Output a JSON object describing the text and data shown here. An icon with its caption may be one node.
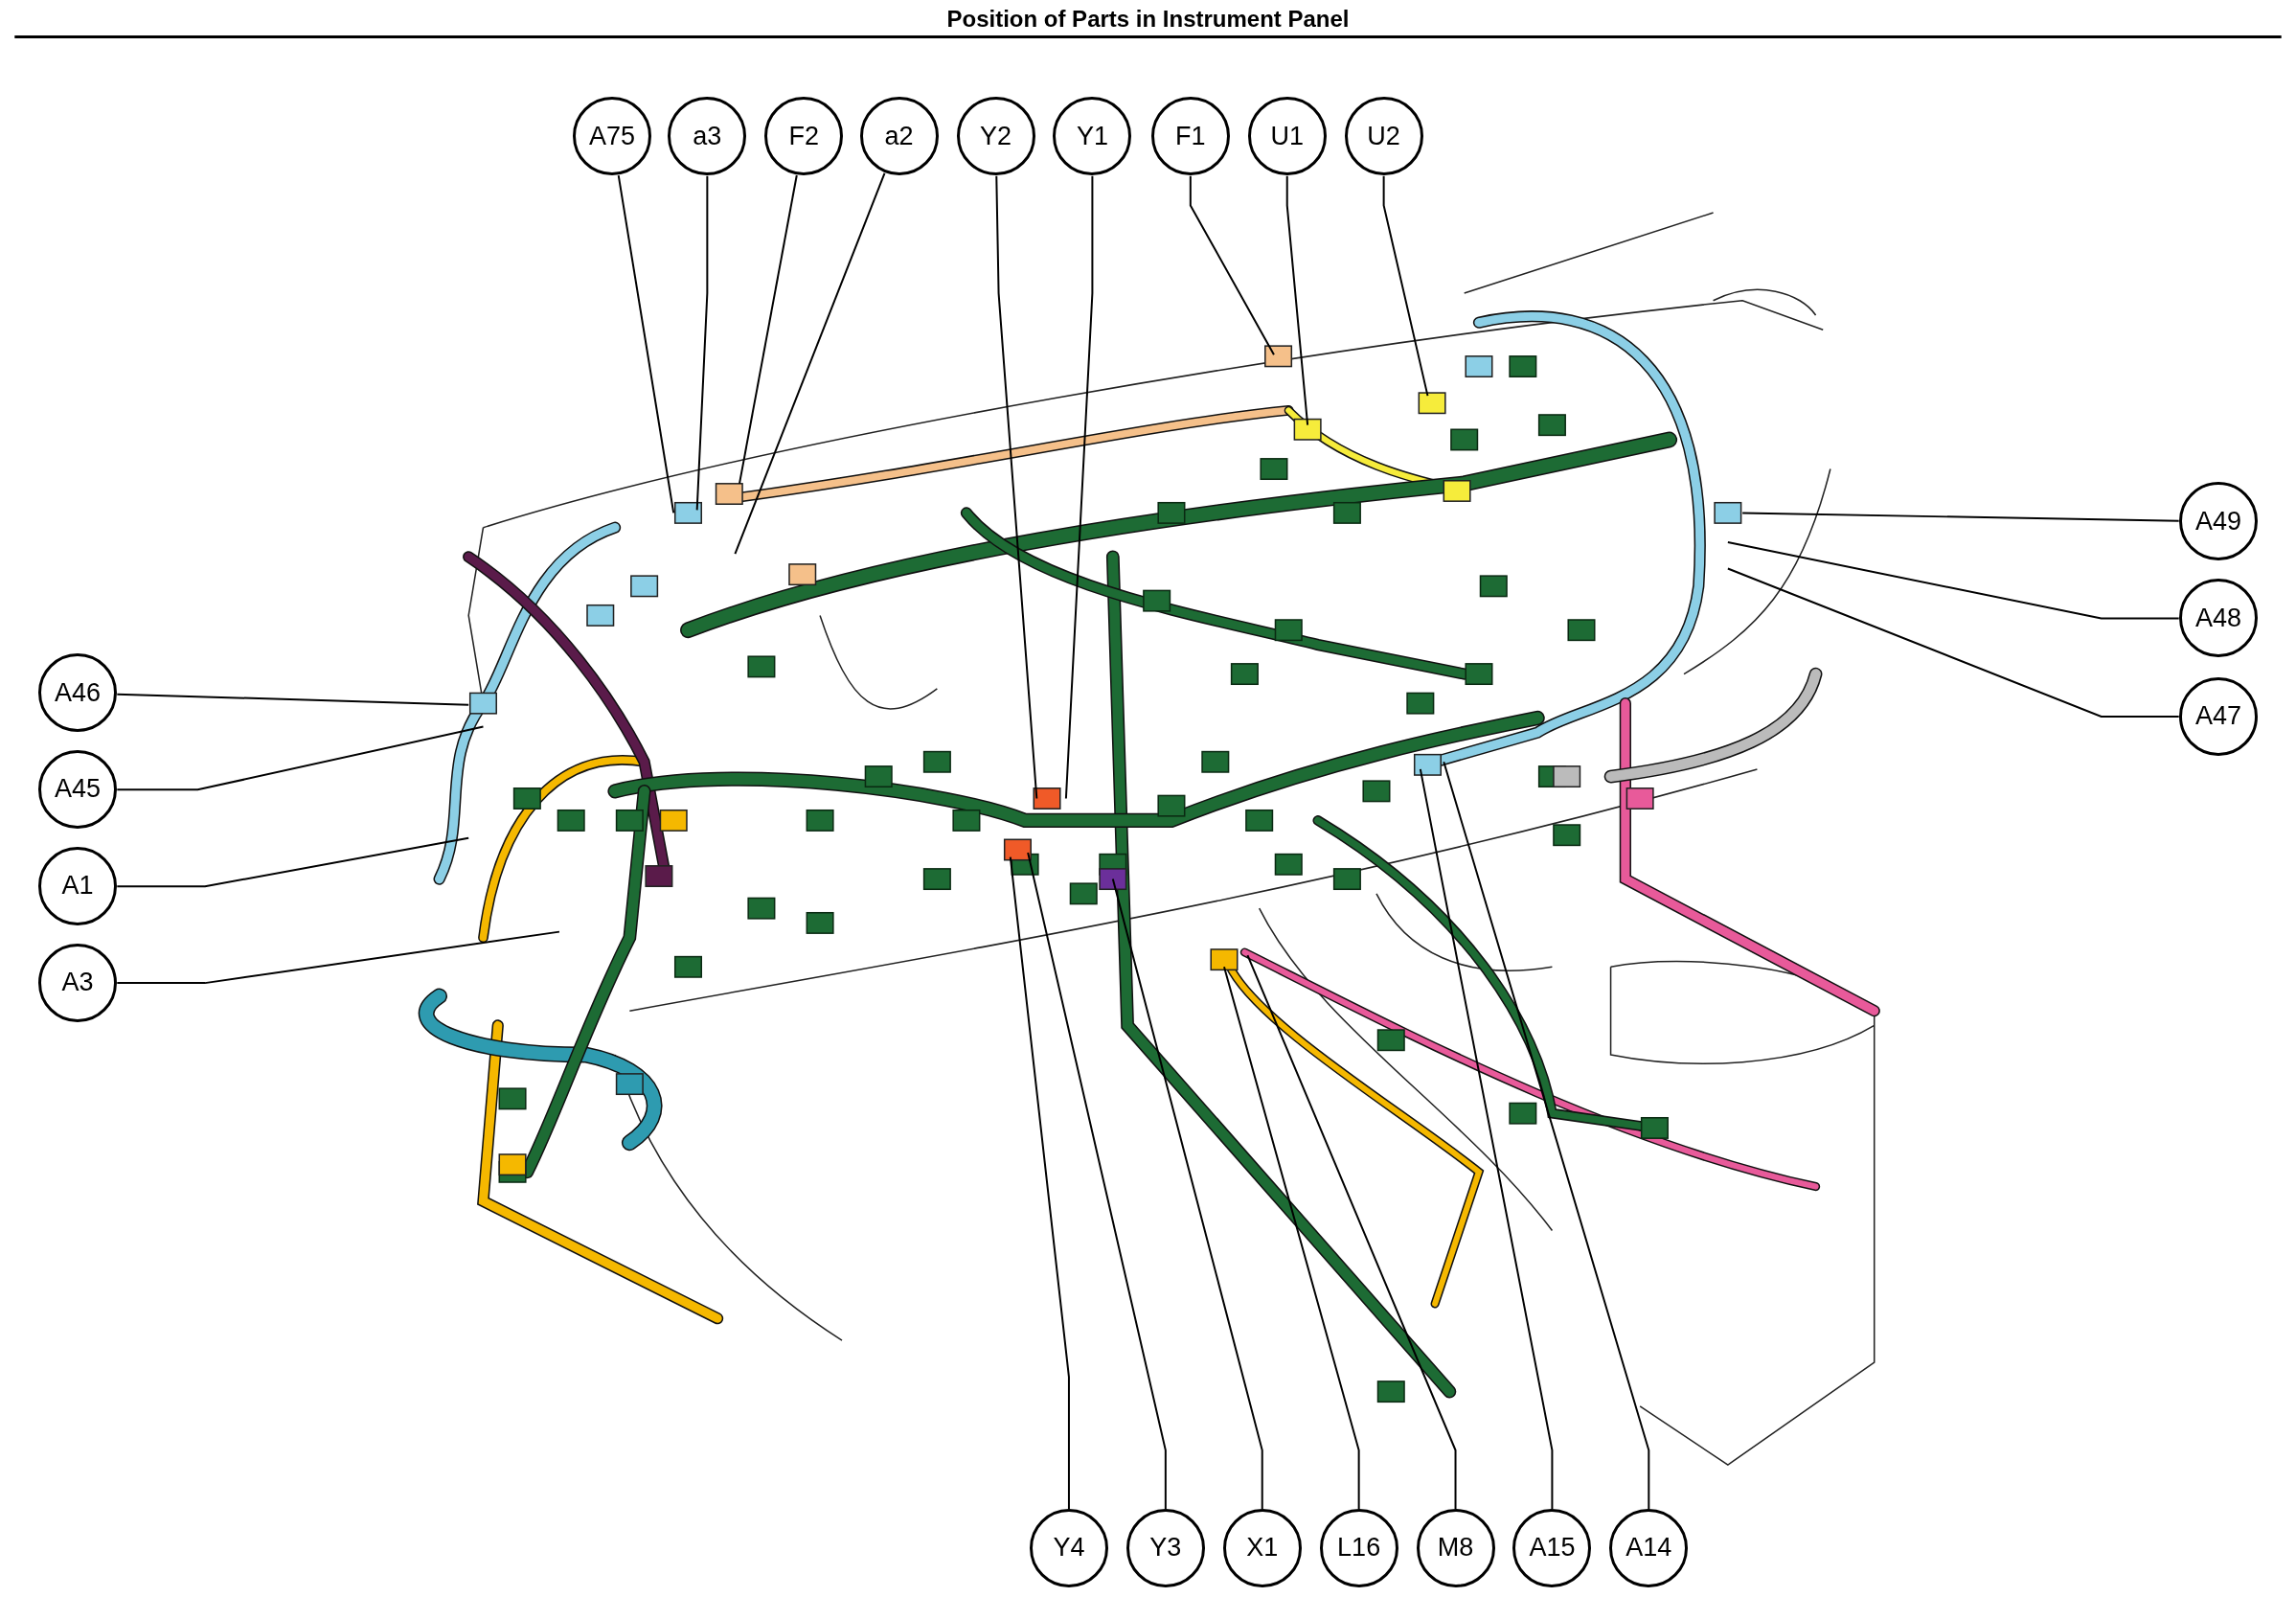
{
  "diagram": {
    "title": "Position of Parts in Instrument Panel",
    "nodes": [
      {
        "text": [
          "A75"
        ]
      },
      {
        "text": [
          "a3"
        ]
      },
      {
        "text": [
          "F2"
        ]
      },
      {
        "text": [
          "a2"
        ]
      },
      {
        "text": [
          "Y2"
        ]
      },
      {
        "text": [
          "Y1"
        ]
      },
      {
        "text": [
          "F1"
        ]
      },
      {
        "text": [
          "U1"
        ]
      },
      {
        "text": [
          "U2"
        ]
      },
      {
        "text": [
          "A49"
        ]
      },
      {
        "text": [
          "A48"
        ]
      },
      {
        "text": [
          "A46"
        ]
      },
      {
        "text": [
          "A47"
        ]
      },
      {
        "text": [
          "A45"
        ]
      },
      {
        "text": [
          "A1"
        ]
      },
      {
        "text": [
          "A3"
        ]
      },
      {
        "text": [
          "Y4"
        ]
      },
      {
        "text": [
          "Y3"
        ]
      },
      {
        "text": [
          "X1"
        ]
      },
      {
        "text": [
          "L16"
        ]
      },
      {
        "text": [
          "M8"
        ]
      },
      {
        "text": [
          "A15"
        ]
      },
      {
        "text": [
          "A14"
        ]
      }
    ],
    "edges": [
      {
        "from": 0,
        "to": null,
        "arrow": "none"
      },
      {
        "from": 1,
        "to": null,
        "arrow": "none"
      },
      {
        "from": 2,
        "to": null,
        "arrow": "none"
      },
      {
        "from": 3,
        "to": null,
        "arrow": "none"
      },
      {
        "from": 4,
        "to": null,
        "arrow": "none"
      },
      {
        "from": 5,
        "to": null,
        "arrow": "none"
      },
      {
        "from": 6,
        "to": null,
        "arrow": "none"
      },
      {
        "from": 7,
        "to": null,
        "arrow": "none"
      },
      {
        "from": 8,
        "to": null,
        "arrow": "none"
      },
      {
        "from": 9,
        "to": null,
        "arrow": "none"
      },
      {
        "from": 10,
        "to": null,
        "arrow": "none"
      },
      {
        "from": 11,
        "to": null,
        "arrow": "none"
      },
      {
        "from": 12,
        "to": null,
        "arrow": "none"
      },
      {
        "from": 13,
        "to": null,
        "arrow": "none"
      },
      {
        "from": 14,
        "to": null,
        "arrow": "none"
      },
      {
        "from": 15,
        "to": null,
        "arrow": "none"
      },
      {
        "from": 16,
        "to": null,
        "arrow": "none"
      },
      {
        "from": 17,
        "to": null,
        "arrow": "none"
      },
      {
        "from": 18,
        "to": null,
        "arrow": "none"
      },
      {
        "from": 19,
        "to": null,
        "arrow": "none"
      },
      {
        "from": 20,
        "to": null,
        "arrow": "none"
      },
      {
        "from": 21,
        "to": null,
        "arrow": "none"
      },
      {
        "from": 22,
        "to": null,
        "arrow": "none"
      }
    ]
  }
}
